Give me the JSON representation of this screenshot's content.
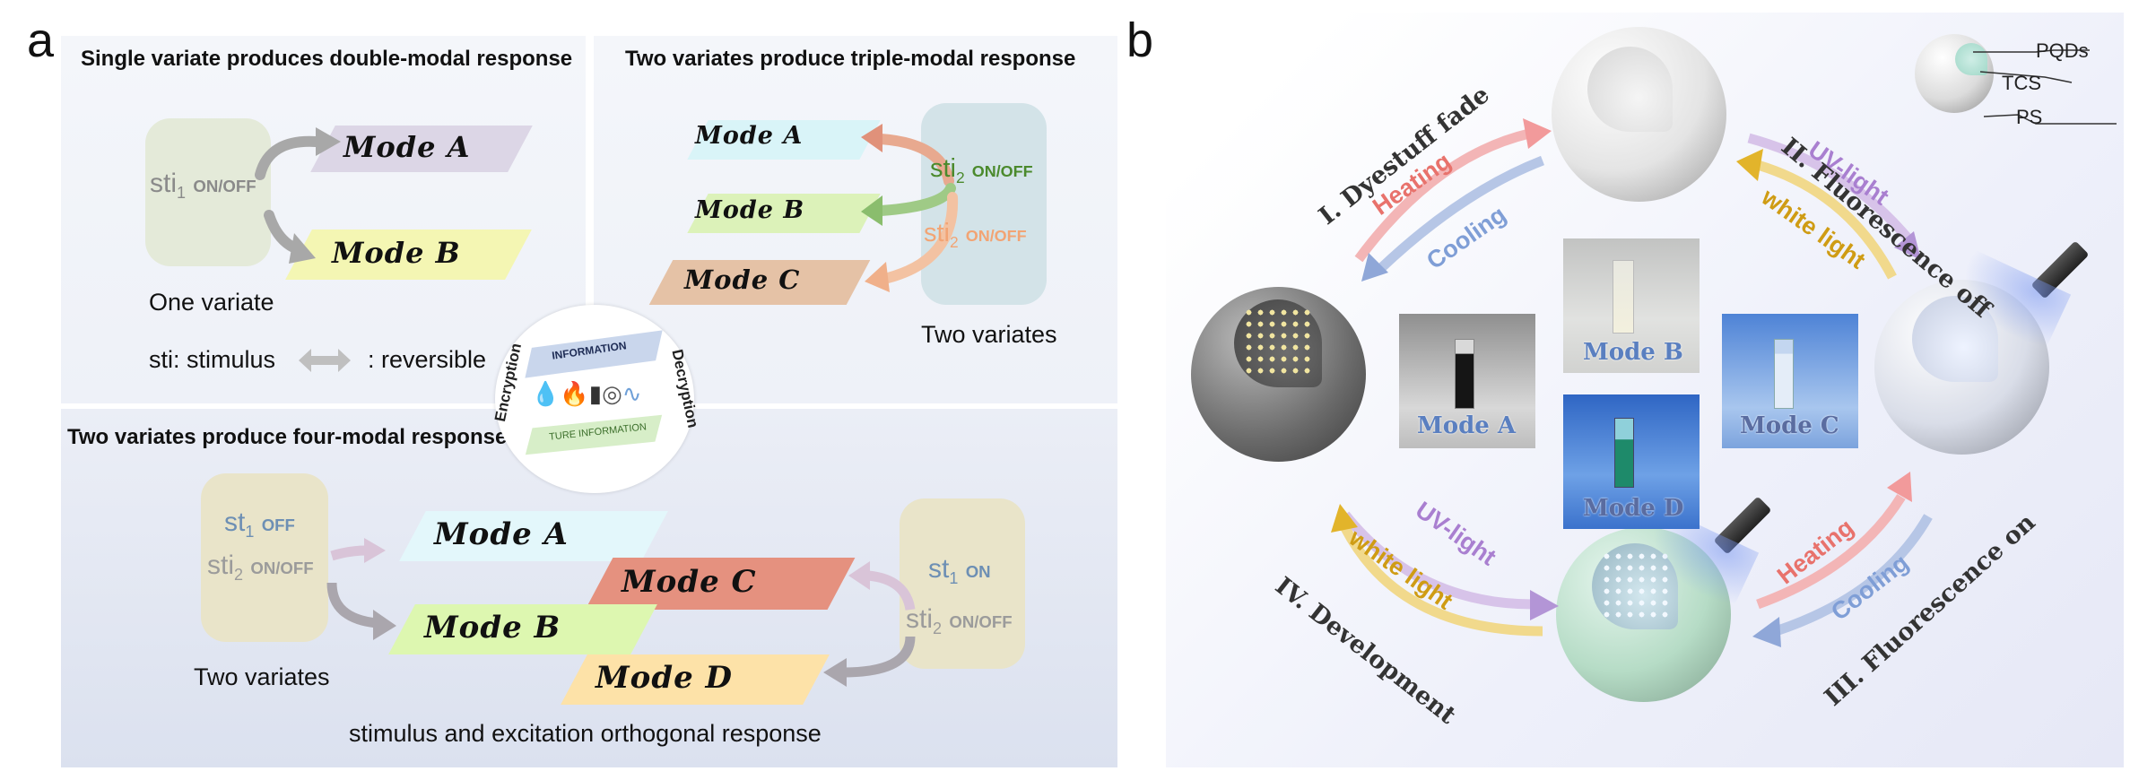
{
  "panel_a": {
    "letter": "a",
    "top_left": {
      "title": "Single variate produces double-modal response",
      "variable": {
        "base": "sti",
        "sub": "1",
        "state": "ON/OFF"
      },
      "mode_a": "Mode A",
      "mode_b": "Mode B",
      "caption": "One variate",
      "legend_sti": "sti: stimulus",
      "legend_rev": ": reversible"
    },
    "top_right": {
      "title": "Two variates produce triple-modal response",
      "mode_a": "Mode A",
      "mode_b": "Mode B",
      "mode_c": "Mode C",
      "var1": {
        "base": "sti",
        "sub": "2",
        "state": "ON/OFF"
      },
      "var2": {
        "base": "sti",
        "sub": "2",
        "state": "ON/OFF"
      },
      "caption": "Two variates"
    },
    "bottom": {
      "title": "Two variates produce four-modal response",
      "left_var1": {
        "base": "st",
        "sub": "1",
        "state": "OFF"
      },
      "left_var2": {
        "base": "sti",
        "sub": "2",
        "state": "ON/OFF"
      },
      "right_var1": {
        "base": "st",
        "sub": "1",
        "state": "ON"
      },
      "right_var2": {
        "base": "sti",
        "sub": "2",
        "state": "ON/OFF"
      },
      "mode_a": "Mode A",
      "mode_b": "Mode B",
      "mode_c": "Mode C",
      "mode_d": "Mode D",
      "caption_left": "Two variates",
      "caption_bottom": "stimulus and excitation orthogonal response"
    },
    "center_badge": {
      "information": "INFORMATION",
      "true_information": "TURE INFORMATION",
      "encryption": "Encryption",
      "decryption": "Decryption"
    }
  },
  "panel_b": {
    "letter": "b",
    "legend": {
      "pqds": "PQDs",
      "tcs": "TCS",
      "ps": "PS"
    },
    "steps": {
      "s1": "I. Dyestuff fade",
      "s2": "II. Fluorescence off",
      "s3": "III. Fluorescence on",
      "s4": "IV. Development"
    },
    "arrows": {
      "tl_fwd": "Heating",
      "tl_back": "Cooling",
      "tr_fwd": "UV-light",
      "tr_back": "white light",
      "br_fwd": "Heating",
      "br_back": "Cooling",
      "bl_fwd": "UV-light",
      "bl_back": "white light"
    },
    "photos": {
      "a": "Mode A",
      "b": "Mode B",
      "c": "Mode C",
      "d": "Mode D"
    },
    "colors": {
      "heating": "#e05a54",
      "cooling": "#6f8fcf",
      "uv": "#a97fd0",
      "white_light": "#d7a51f"
    }
  }
}
